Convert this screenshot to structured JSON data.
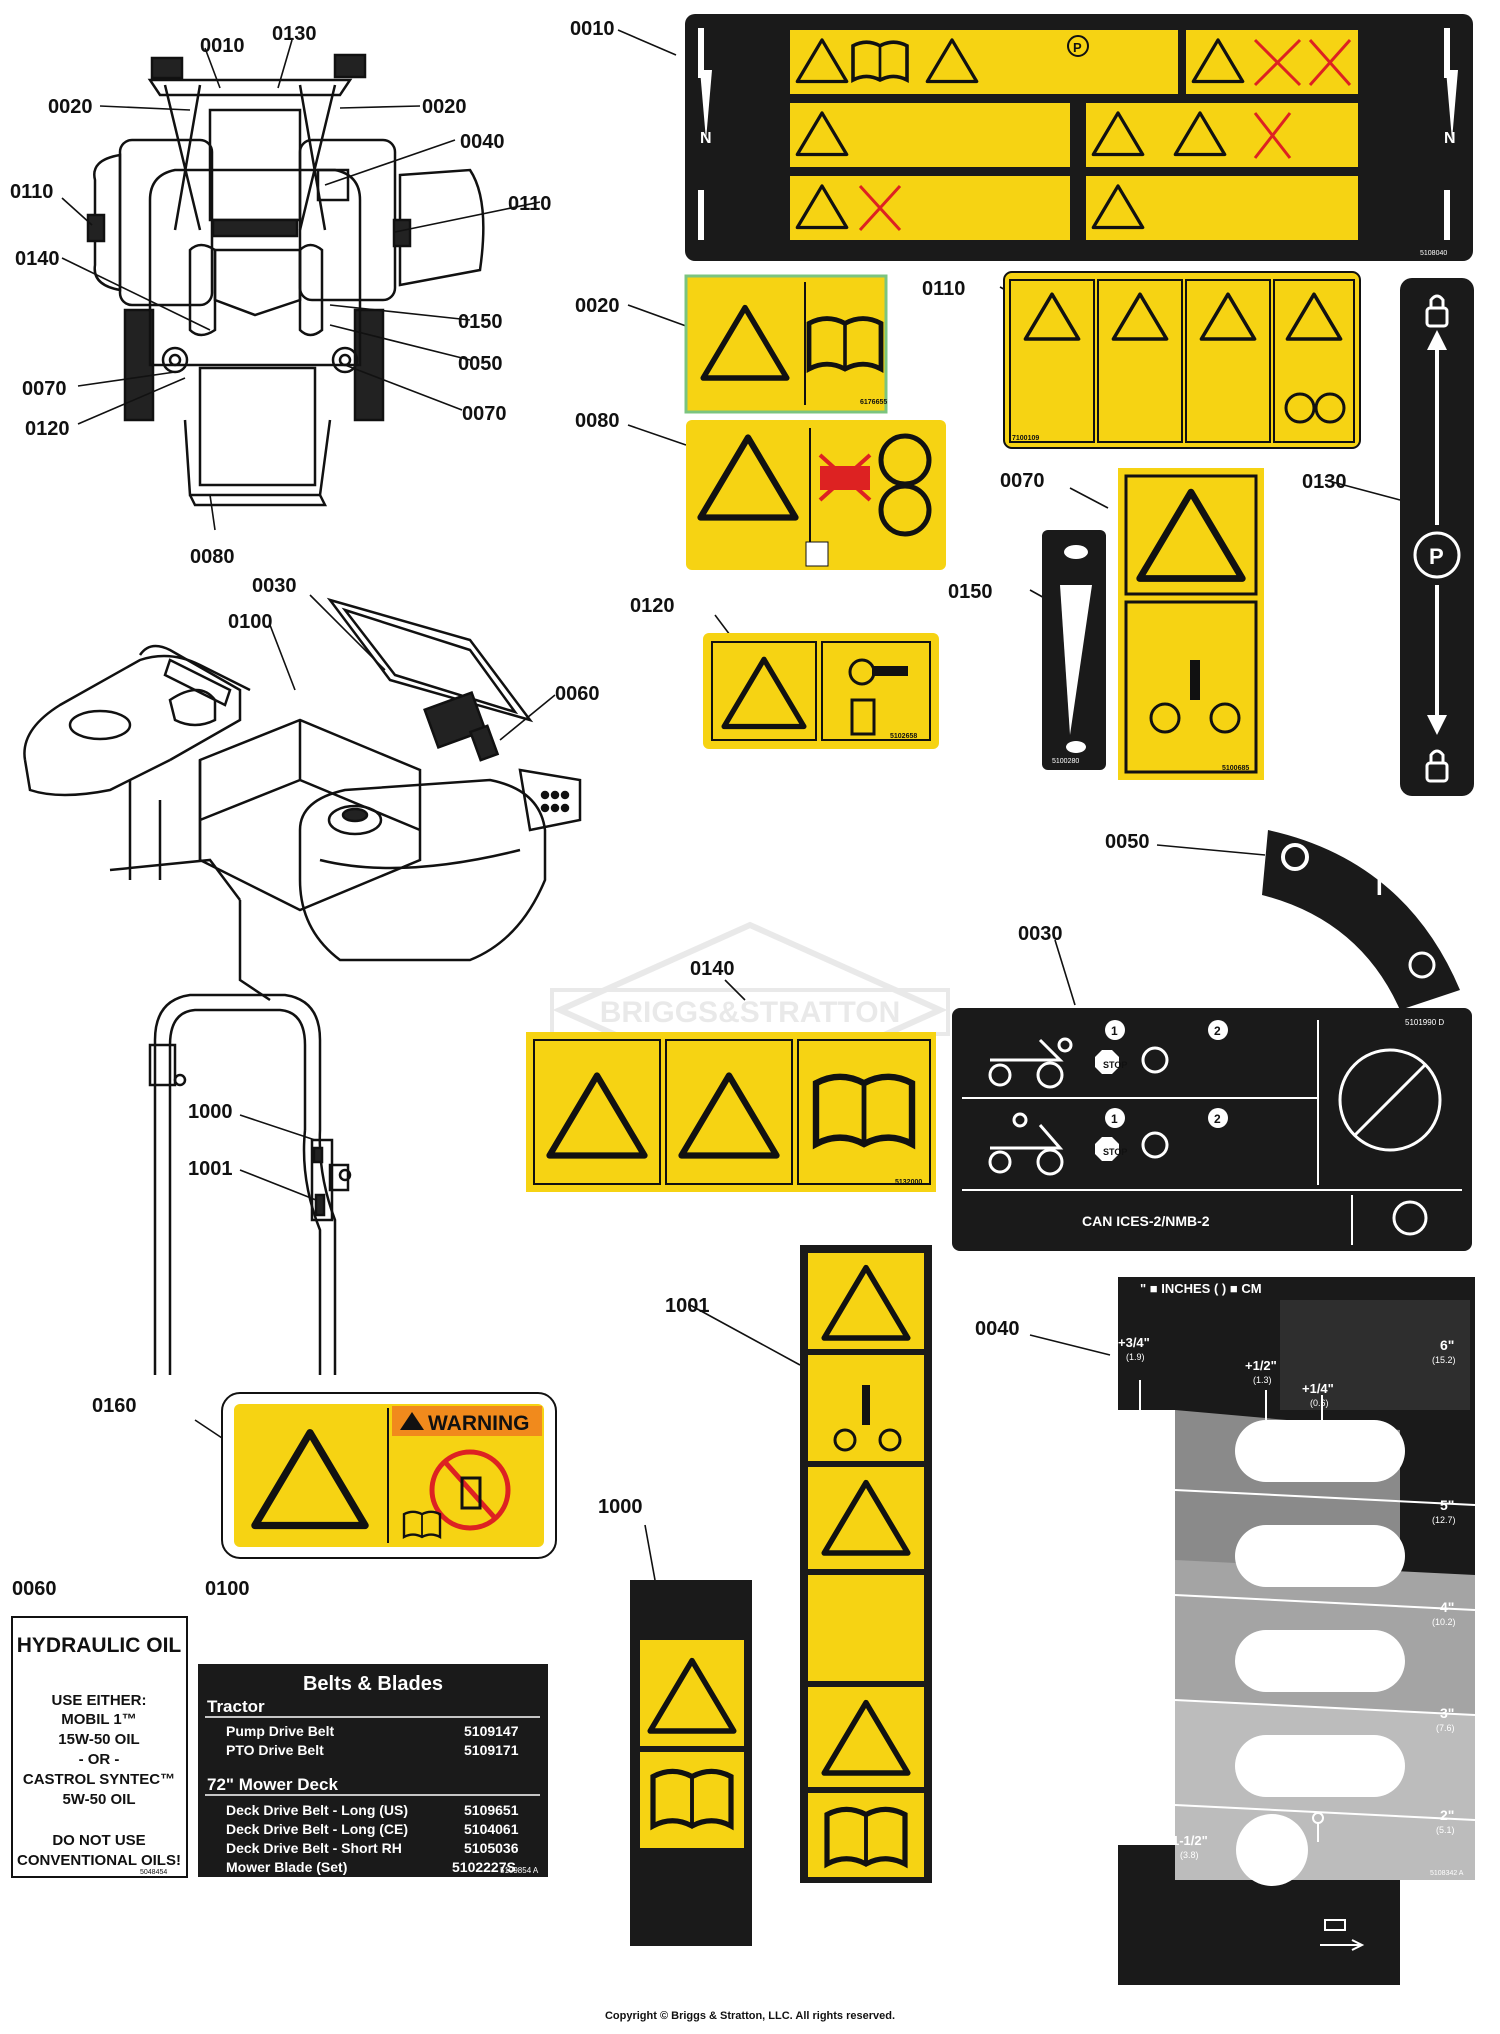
{
  "callouts": {
    "c0010": "0010",
    "c0130": "0130",
    "c0020": "0020",
    "c0040": "0040",
    "c0110": "0110",
    "c0140": "0140",
    "c0150": "0150",
    "c0050": "0050",
    "c0070": "0070",
    "c0120": "0120",
    "c0080": "0080",
    "c0030": "0030",
    "c0100": "0100",
    "c0060": "0060",
    "c1000": "1000",
    "c1001": "1001",
    "c0160": "0160"
  },
  "decal_0010": {
    "n_left": "N",
    "n_right": "N",
    "part_no": "5108040"
  },
  "decal_0020": {
    "part_no": "6176655"
  },
  "decal_0110": {
    "part_no": "7100109"
  },
  "decal_0120": {
    "part_no": "5102658"
  },
  "decal_0150": {
    "part_no": "5100280"
  },
  "decal_0070": {
    "part_no": "5100685"
  },
  "decal_0140": {
    "part_no": "5132000"
  },
  "decal_0030": {
    "part_no": "5101990 D",
    "stop_1": "STOP",
    "stop_2": "STOP",
    "step_1a": "1",
    "step_2a": "2",
    "step_1b": "1",
    "step_2b": "2",
    "cert": "CAN ICES-2/NMB-2"
  },
  "decal_0050": {
    "off": "O",
    "on": "I"
  },
  "decal_0160": {
    "warning": "WARNING"
  },
  "decal_0060": {
    "title": "HYDRAULIC OIL",
    "line1": "USE EITHER:",
    "line2": "MOBIL 1™",
    "line3": "15W-50 OIL",
    "line4": "- OR -",
    "line5": "CASTROL SYNTEC™",
    "line6": "5W-50 OIL",
    "line7": "DO NOT USE",
    "line8": "CONVENTIONAL OILS!",
    "part_no": "5048454"
  },
  "decal_0100": {
    "title": "Belts & Blades",
    "section1": "Tractor",
    "rows1": [
      {
        "name": "Pump Drive Belt",
        "pn": "5109147"
      },
      {
        "name": "PTO Drive Belt",
        "pn": "5109171"
      }
    ],
    "section2": "72\" Mower Deck",
    "rows2": [
      {
        "name": "Deck Drive Belt - Long (US)",
        "pn": "5109651"
      },
      {
        "name": "Deck Drive Belt - Long (CE)",
        "pn": "5104061"
      },
      {
        "name": "Deck Drive Belt - Short RH",
        "pn": "5105036"
      },
      {
        "name": "Mower Blade (Set)",
        "pn": "5102227S"
      }
    ],
    "part_no": "5109854 A"
  },
  "decal_0040": {
    "header": "\" ■ INCHES  ( ) ■ CM",
    "marks": [
      {
        "label": "+3/4\"",
        "cm": "(1.9)"
      },
      {
        "label": "+1/2\"",
        "cm": "(1.3)"
      },
      {
        "label": "+1/4\"",
        "cm": "(0.6)"
      }
    ],
    "heights": [
      {
        "label": "6\"",
        "cm": "(15.2)"
      },
      {
        "label": "5\"",
        "cm": "(12.7)"
      },
      {
        "label": "4\"",
        "cm": "(10.2)"
      },
      {
        "label": "3\"",
        "cm": "(7.6)"
      },
      {
        "label": "2\"",
        "cm": "(5.1)"
      },
      {
        "label": "1-1/2\"",
        "cm": "(3.8)"
      }
    ],
    "part_no": "5108342 A"
  },
  "watermark": "BRIGGS&STRATTON",
  "footer": "Copyright © Briggs & Stratton, LLC. All rights reserved.",
  "colors": {
    "decal_yellow": "#f6d313",
    "decal_black": "#1a1a1a",
    "mint_outline": "#7bc47f"
  }
}
